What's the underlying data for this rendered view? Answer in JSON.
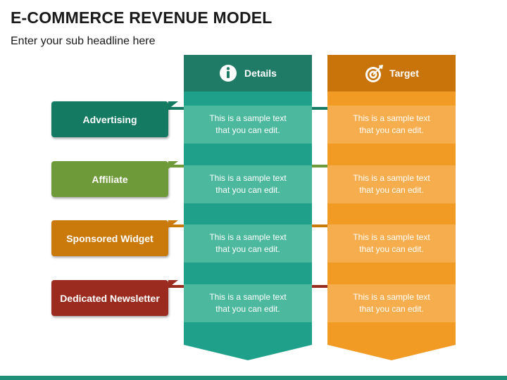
{
  "title": "E-COMMERCE REVENUE MODEL",
  "subtitle": "Enter your sub headline here",
  "columns": [
    {
      "label": "Details",
      "icon": "info-icon"
    },
    {
      "label": "Target",
      "icon": "target-icon"
    }
  ],
  "rows": [
    {
      "label": "Advertising",
      "color": "#157a62",
      "details": "This is a sample text\nthat you can edit.",
      "target": "This is a sample text\nthat you can edit."
    },
    {
      "label": "Affiliate",
      "color": "#6f9a3a",
      "details": "This is a sample text\nthat you can edit.",
      "target": "This is a sample text\nthat you can edit."
    },
    {
      "label": "Sponsored Widget",
      "color": "#c97a0a",
      "details": "This is a sample text\nthat you can edit.",
      "target": "This is a sample text\nthat you can edit."
    },
    {
      "label": "Dedicated Newsletter",
      "color": "#9a2b1e",
      "details": "This is a sample text\nthat you can edit.",
      "target": "This is a sample text\nthat you can edit."
    }
  ],
  "colors": {
    "details_dark": "#1f7a66",
    "details_main": "#1fa08a",
    "details_light": "#4cb89e",
    "target_dark": "#c9730b",
    "target_main": "#f29b24",
    "target_light": "#f6ad4e",
    "bottom_bar": "#1f8f7a"
  }
}
